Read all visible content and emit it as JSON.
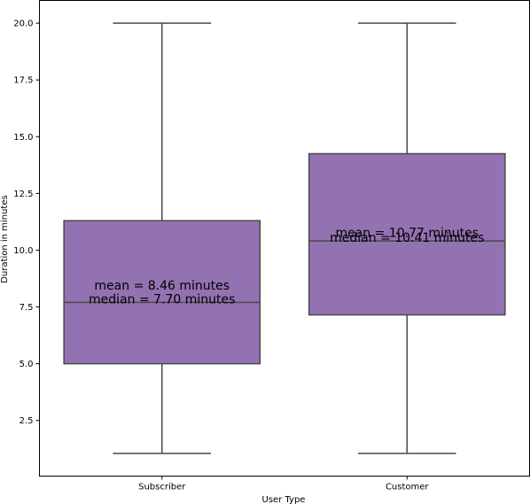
{
  "chart_data": {
    "type": "box",
    "xlabel": "User Type",
    "ylabel": "Duration in minutes",
    "ylim": [
      0.05,
      21.0
    ],
    "yticks": [
      "2.5",
      "5.0",
      "7.5",
      "10.0",
      "12.5",
      "15.0",
      "17.5",
      "20.0"
    ],
    "grid": false,
    "categories": [
      "Subscriber",
      "Customer"
    ],
    "box_color": "#9372b2",
    "edge_color": "#4a4a4a",
    "boxes": [
      {
        "category": "Subscriber",
        "whisker_low": 1.05,
        "q1": 5.0,
        "median": 7.7,
        "q3": 11.3,
        "whisker_high": 20.0,
        "mean": 8.46,
        "mean_label": "mean = 8.46 minutes",
        "median_label": "median = 7.70 minutes"
      },
      {
        "category": "Customer",
        "whisker_low": 1.05,
        "q1": 7.15,
        "median": 10.41,
        "q3": 14.25,
        "whisker_high": 20.0,
        "mean": 10.77,
        "mean_label": "mean = 10.77 minutes",
        "median_label": "median = 10.41 minutes"
      }
    ]
  }
}
